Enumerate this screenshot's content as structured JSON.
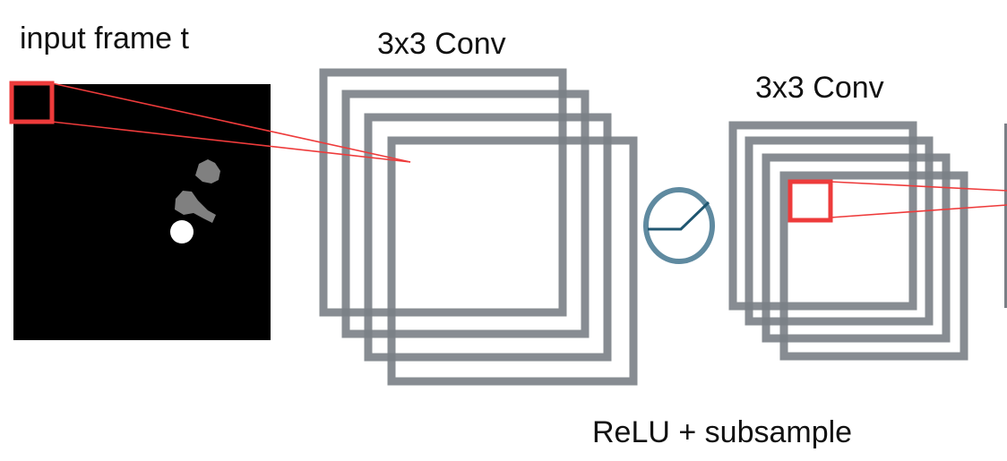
{
  "labels": {
    "input_frame": "input frame t",
    "conv1": "3x3 Conv",
    "conv2": "3x3 Conv",
    "activation": "ReLU + subsample"
  },
  "icons": {
    "relu": "relu-activation-icon"
  },
  "colors": {
    "background": "#ffffff",
    "frame": "#000000",
    "blob_gray": "#808080",
    "blob_white": "#ffffff",
    "feature_map": "#7a7f86",
    "highlight": "#ee3b3b",
    "relu_ring": "#5f8aa0",
    "relu_curve": "#1f5670",
    "text": "#111111"
  }
}
